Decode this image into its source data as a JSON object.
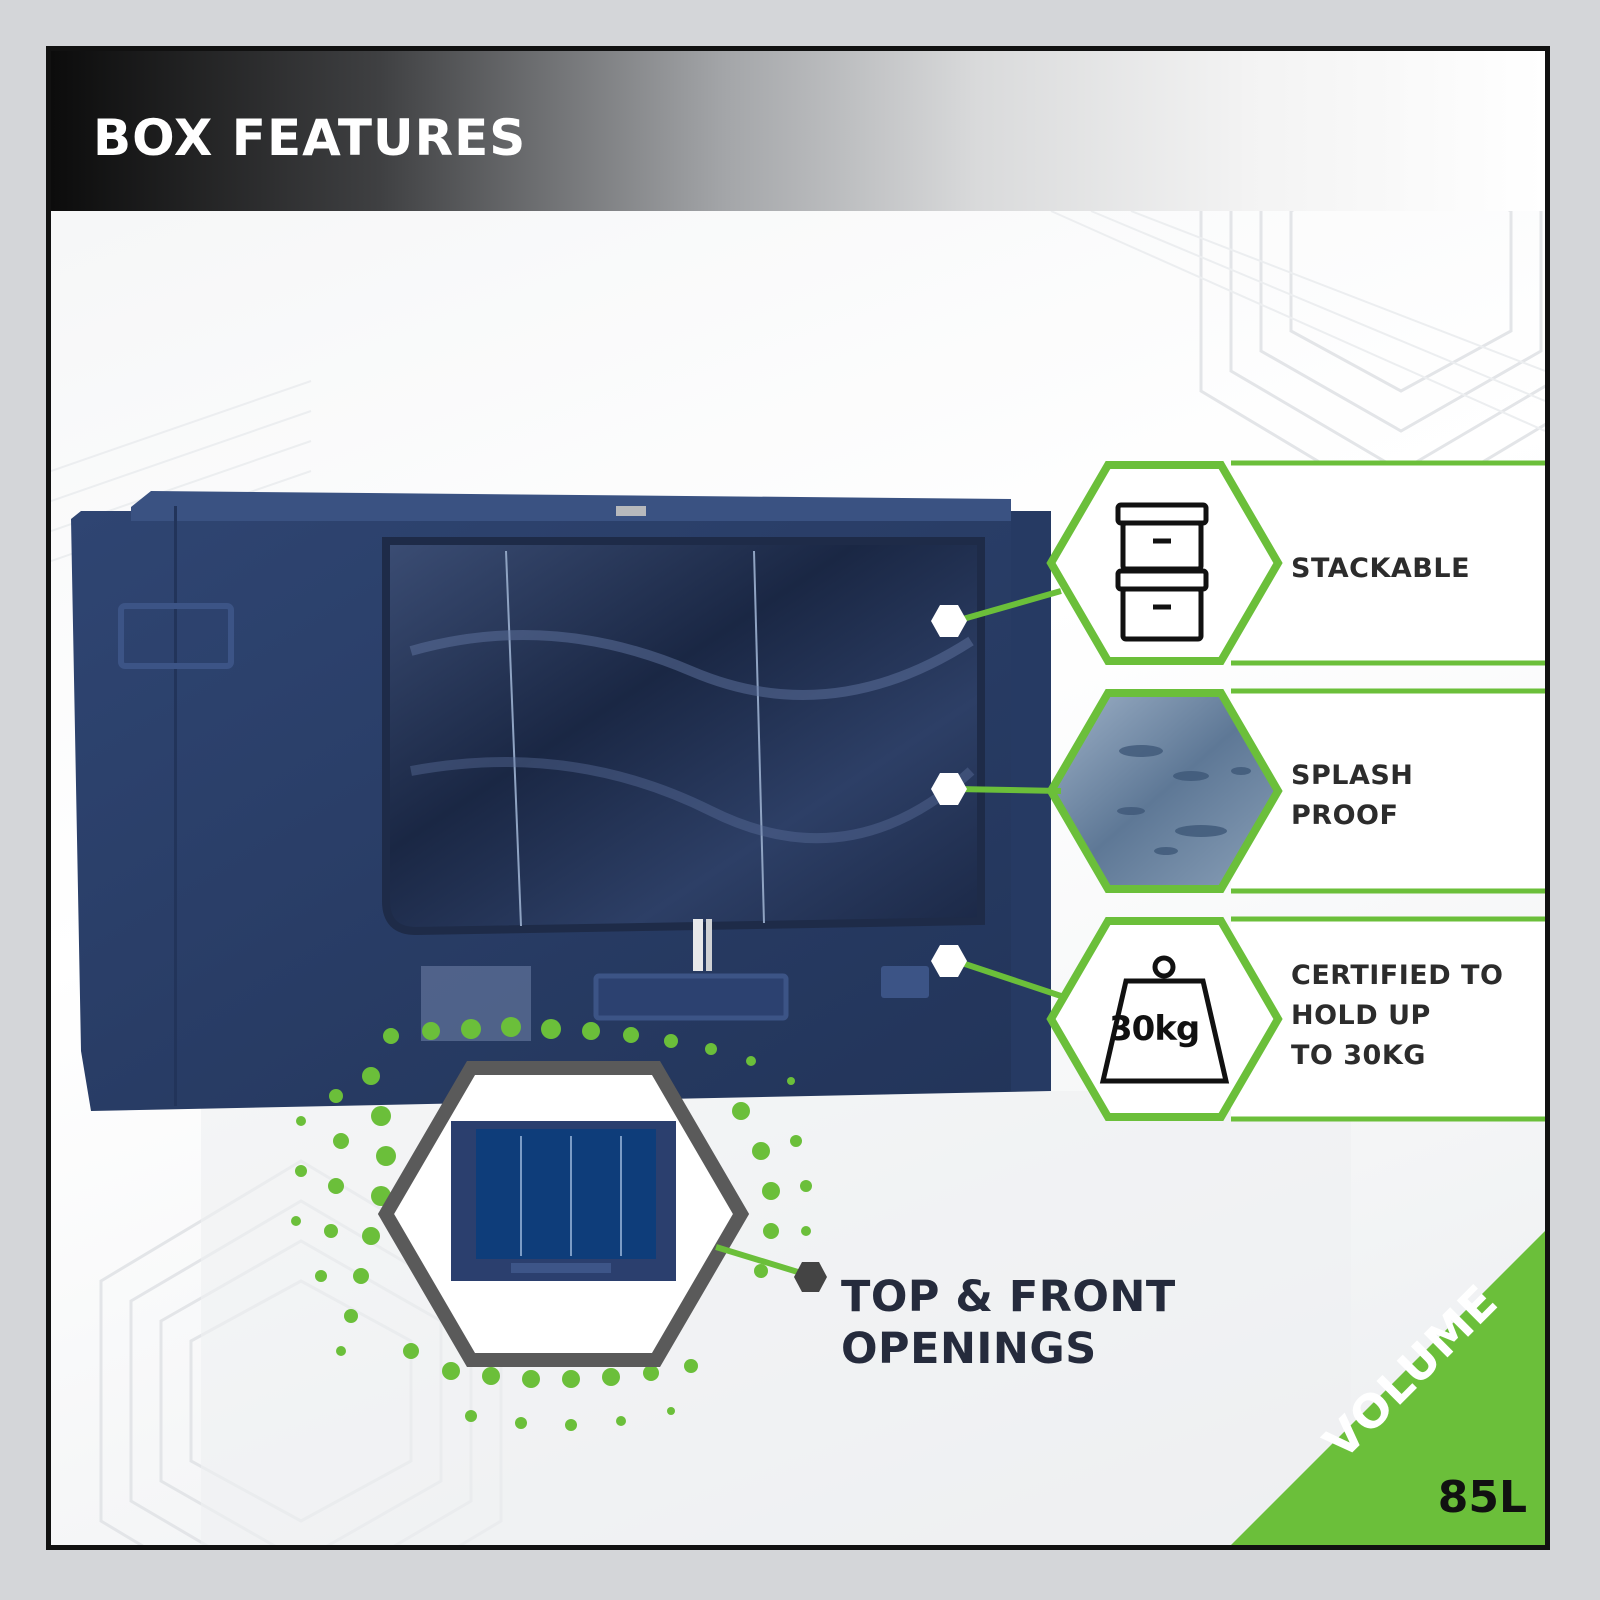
{
  "header": {
    "title": "BOX FEATURES"
  },
  "features": [
    {
      "label": "STACKABLE",
      "icon": "stacked-boxes-icon"
    },
    {
      "label": "SPLASH\nPROOF",
      "icon": "water-droplets-texture"
    },
    {
      "label": "CERTIFIED TO\nHOLD UP\nTO 30KG",
      "icon": "weight-icon",
      "icon_text": "30kg"
    }
  ],
  "openings": {
    "label": "TOP & FRONT\nOPENINGS"
  },
  "volume": {
    "label": "VOLUME",
    "value": "85L"
  },
  "colors": {
    "accent_green": "#6bbf3a",
    "box_navy": "#2a3d66",
    "hex_gray": "#5a5a5a",
    "frame_black": "#111111"
  }
}
